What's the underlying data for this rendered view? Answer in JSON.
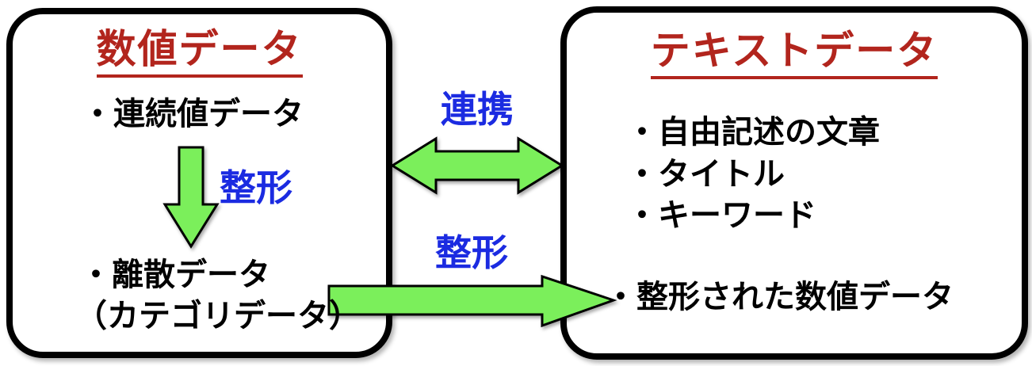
{
  "colors": {
    "title_red": "#B2251D",
    "label_blue": "#1B2BE1",
    "arrow_green_fill": "#7BEF5B",
    "outline_black": "#000000",
    "background": "#FFFFFF",
    "text_black": "#000000"
  },
  "diagram": {
    "left_box": {
      "title": "数値データ",
      "items": [
        "・連続値データ",
        "・離散データ",
        "（カテゴリデータ）"
      ]
    },
    "right_box": {
      "title": "テキストデータ",
      "items": [
        "・自由記述の文章",
        "・タイトル",
        "・キーワード",
        "・整形された数値データ"
      ]
    },
    "arrows": [
      {
        "name": "format-down-arrow",
        "direction": "down",
        "label": "整形"
      },
      {
        "name": "link-double-arrow",
        "direction": "left-right",
        "label": "連携"
      },
      {
        "name": "format-right-arrow",
        "direction": "right",
        "label": "整形"
      }
    ]
  }
}
